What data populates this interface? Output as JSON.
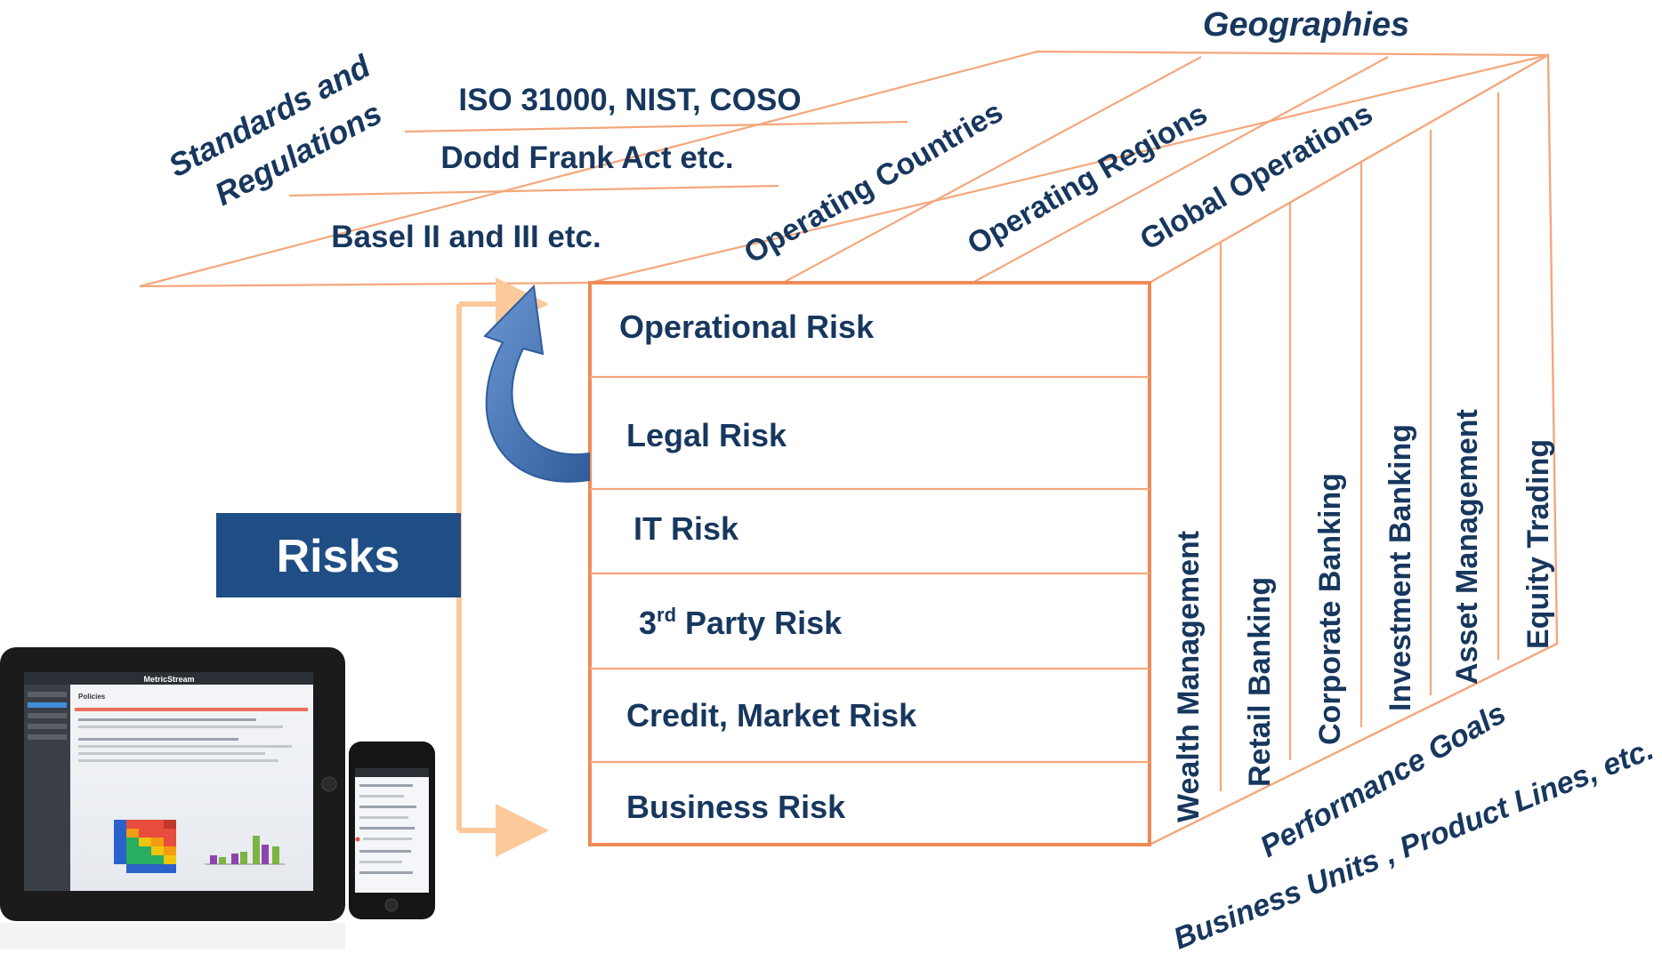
{
  "top_face": {
    "axis_left_line1": "Standards and",
    "axis_left_line2": "Regulations",
    "axis_right": "Geographies",
    "standards": [
      "ISO 31000, NIST, COSO",
      "Dodd Frank Act etc.",
      "Basel II and III etc."
    ],
    "geographies": [
      "Operating Countries",
      "Operating Regions",
      "Global Operations"
    ]
  },
  "front_face": {
    "badge_label": "Risks",
    "badge_color": "#1f4e85",
    "risks": [
      {
        "label": "Operational Risk"
      },
      {
        "label": "Legal Risk"
      },
      {
        "label": "IT Risk"
      },
      {
        "label_prefix": "3",
        "label_sup": "rd",
        "label_rest": " Party Risk"
      },
      {
        "label": "Credit, Market Risk"
      },
      {
        "label": "Business Risk"
      }
    ]
  },
  "side_face": {
    "business_units": [
      "Wealth Management",
      "Retail Banking",
      "Corporate Banking",
      "Investment Banking",
      "Asset Management",
      "Equity Trading"
    ],
    "axis_line1": "Performance Goals",
    "axis_line2": "Business Units , Product Lines, etc."
  },
  "devices": {
    "tablet_app_name": "MetricStream",
    "tablet_section": "Policies"
  },
  "colors": {
    "outline": "#f4a77c",
    "outline_strong": "#f08a55",
    "text_navy": "#17375e",
    "arrow_blue": "#4f7fc0",
    "connector": "#fbc99a"
  }
}
